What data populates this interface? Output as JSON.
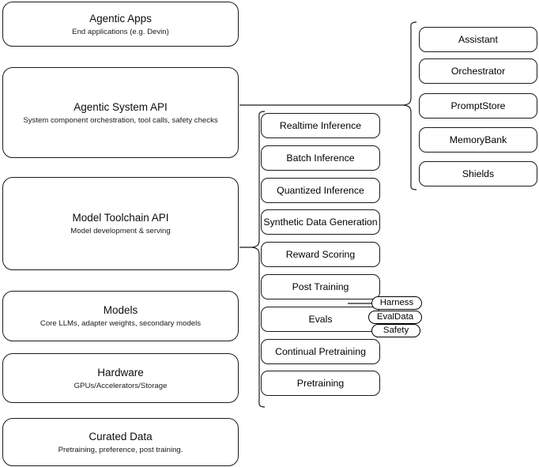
{
  "diagram": {
    "title": "Agentic AI stack layers",
    "stroke_color": "#1a1a1a",
    "background_color": "#ffffff",
    "left_layers": [
      {
        "title": "Agentic Apps",
        "subtitle": "End applications (e.g. Devin)"
      },
      {
        "title": "Agentic System API",
        "subtitle": "System component orchestration, tool calls, safety checks"
      },
      {
        "title": "Model Toolchain API",
        "subtitle": "Model development & serving"
      },
      {
        "title": "Models",
        "subtitle": "Core LLMs, adapter weights, secondary models"
      },
      {
        "title": "Hardware",
        "subtitle": "GPUs/Accelerators/Storage"
      },
      {
        "title": "Curated Data",
        "subtitle": "Pretraining, preference, post training."
      }
    ],
    "toolchain_components": [
      {
        "label": "Realtime Inference"
      },
      {
        "label": "Batch Inference"
      },
      {
        "label": "Quantized Inference"
      },
      {
        "label": "Synthetic Data Generation"
      },
      {
        "label": "Reward Scoring"
      },
      {
        "label": "Post Training"
      },
      {
        "label": "Evals"
      },
      {
        "label": "Continual Pretraining"
      },
      {
        "label": "Pretraining"
      }
    ],
    "system_components": [
      {
        "label": "Assistant"
      },
      {
        "label": "Orchestrator"
      },
      {
        "label": "PromptStore"
      },
      {
        "label": "MemoryBank"
      },
      {
        "label": "Shields"
      }
    ],
    "evals_badges": [
      {
        "label": "Harness"
      },
      {
        "label": "EvalData"
      },
      {
        "label": "Safety"
      }
    ]
  }
}
